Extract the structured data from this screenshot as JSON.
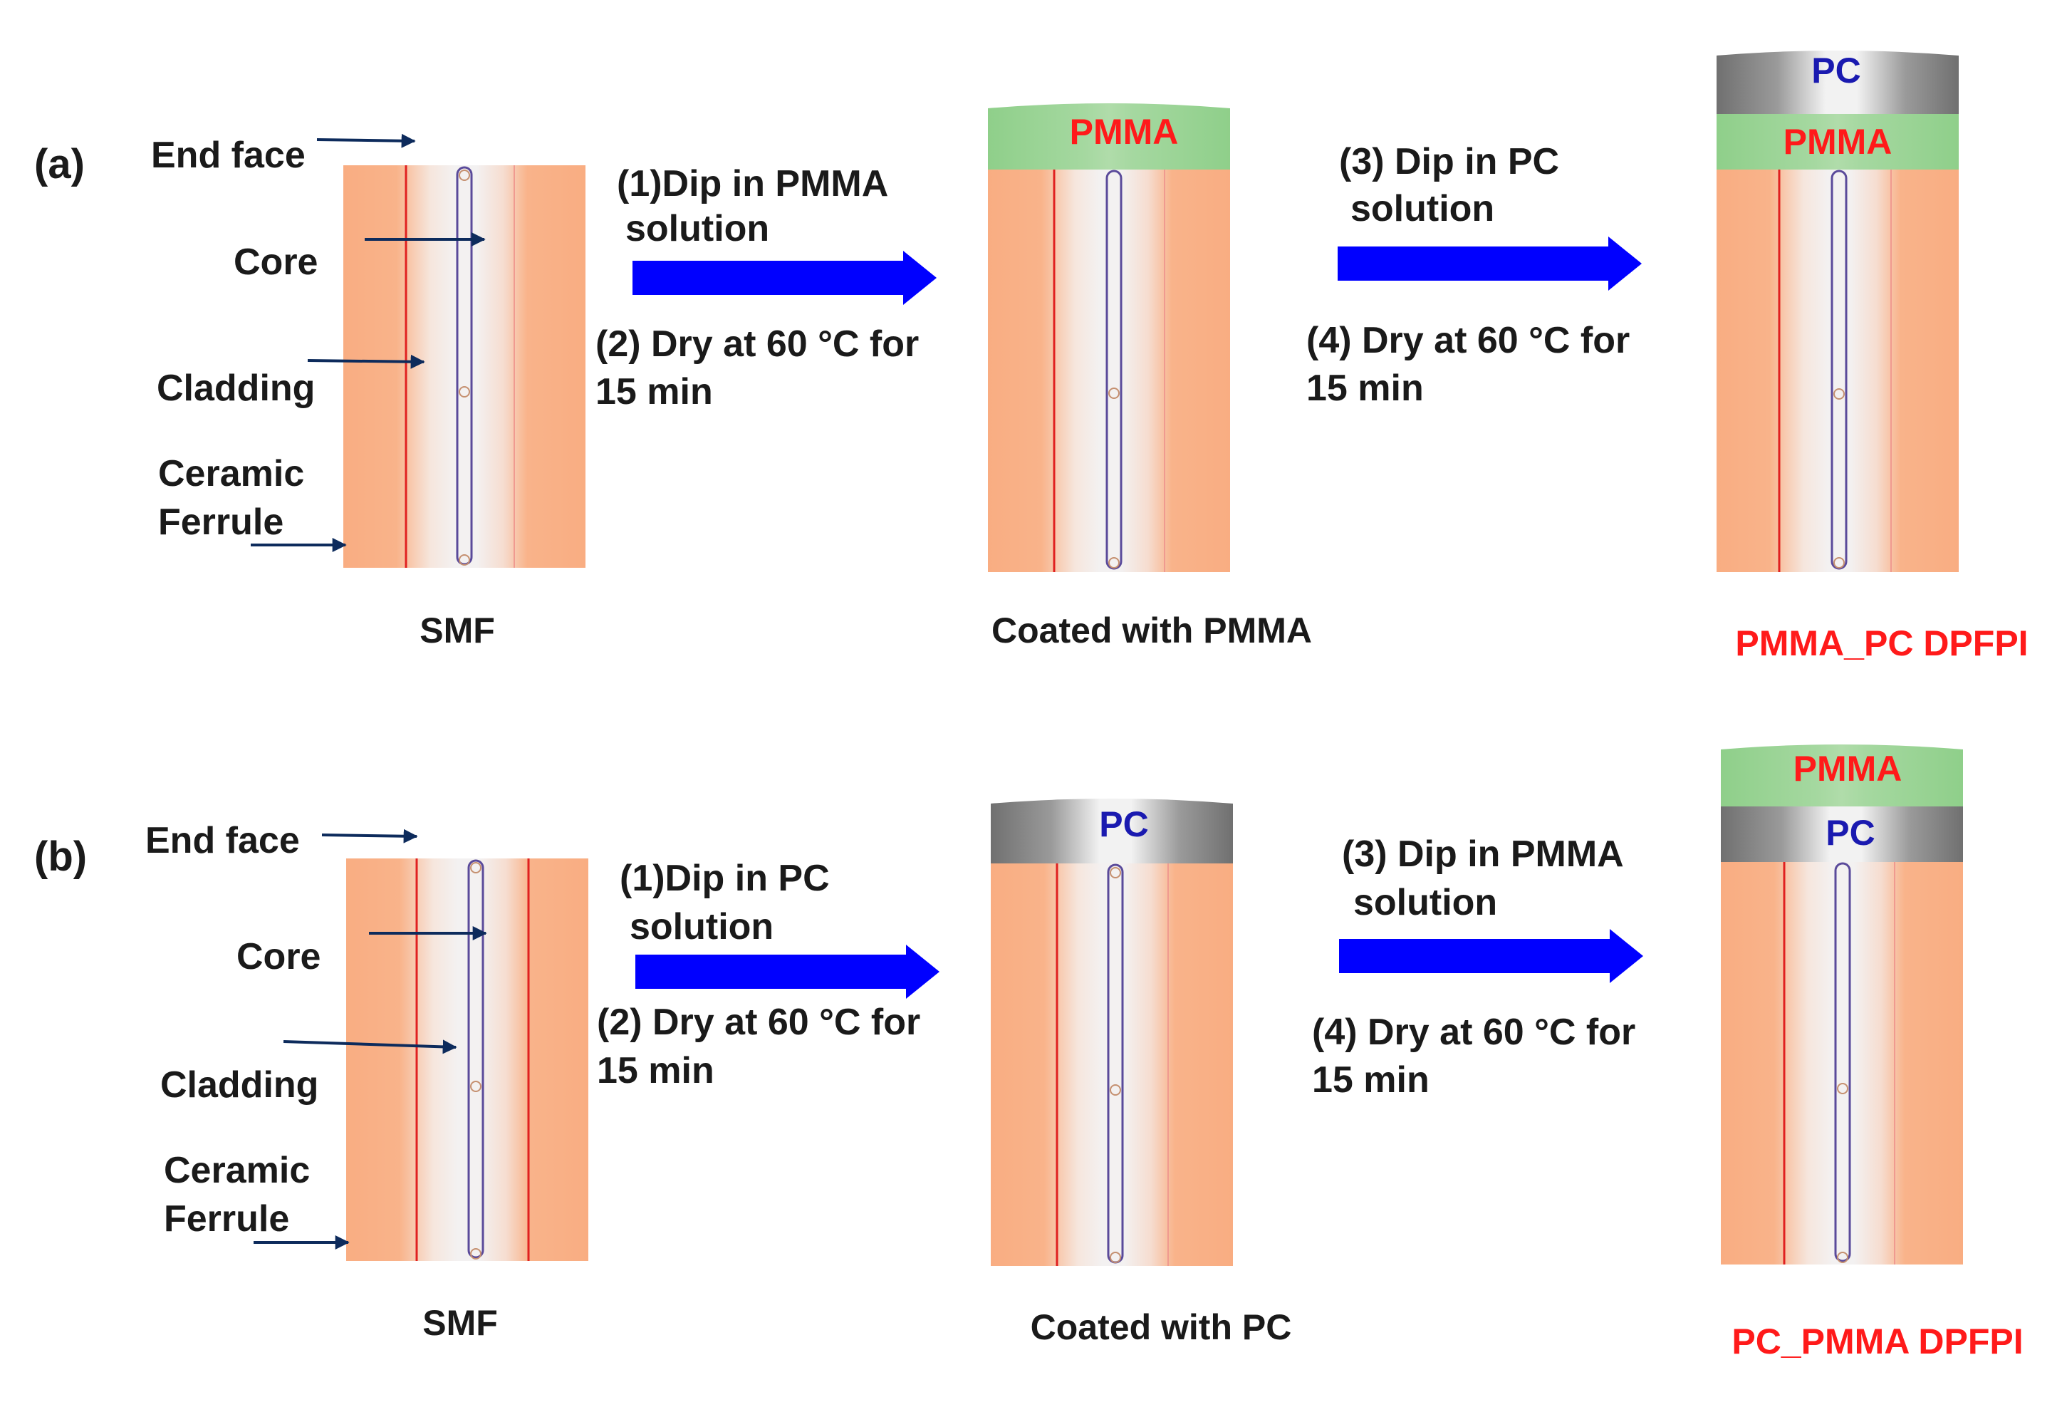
{
  "colors": {
    "ferrule": "#f9ad82",
    "cladding_light": "#f3f1f1",
    "core_line": "#5a4a9a",
    "red_line": "#e02020",
    "pmma_layer": "#8fcf8a",
    "pc_layer": "#777777",
    "process_arrow": "#0000ff",
    "pointer_arrow": "#0d2b5c",
    "pmma_text": "#ff1a1a",
    "pc_text": "#1a1ab0",
    "result_text": "#ff1a1a"
  },
  "panel_a": {
    "label": "(a)",
    "parts": {
      "end_face": "End face",
      "core": "Core",
      "cladding": "Cladding",
      "ceramic": "Ceramic",
      "ferrule": "Ferrule"
    },
    "smf_caption": "SMF",
    "step1": {
      "line1": "(1)Dip in PMMA",
      "line2": "solution"
    },
    "step2": {
      "line1": "(2) Dry at 60 °C for",
      "line2": "15 min"
    },
    "layer1_label": "PMMA",
    "stage2_caption": "Coated  with  PMMA",
    "step3": {
      "line1": "(3) Dip in PC",
      "line2": "solution"
    },
    "step4": {
      "line1": "(4) Dry at 60 °C for",
      "line2": "15 min"
    },
    "top_layer_label": "PC",
    "inner_layer_label": "PMMA",
    "result_caption": "PMMA_PC DPFPI"
  },
  "panel_b": {
    "label": "(b)",
    "parts": {
      "end_face": "End face",
      "core": "Core",
      "cladding": "Cladding",
      "ceramic": "Ceramic",
      "ferrule": "Ferrule"
    },
    "smf_caption": "SMF",
    "step1": {
      "line1": "(1)Dip in  PC",
      "line2": "solution"
    },
    "step2": {
      "line1": "(2) Dry at 60 °C for",
      "line2": "15 min"
    },
    "layer1_label": "PC",
    "stage2_caption": "Coated with  PC",
    "step3": {
      "line1": "(3) Dip in PMMA",
      "line2": "solution"
    },
    "step4": {
      "line1": "(4) Dry at 60 °C for",
      "line2": "15 min"
    },
    "top_layer_label": "PMMA",
    "inner_layer_label": "PC",
    "result_caption": "PC_PMMA DPFPI"
  }
}
